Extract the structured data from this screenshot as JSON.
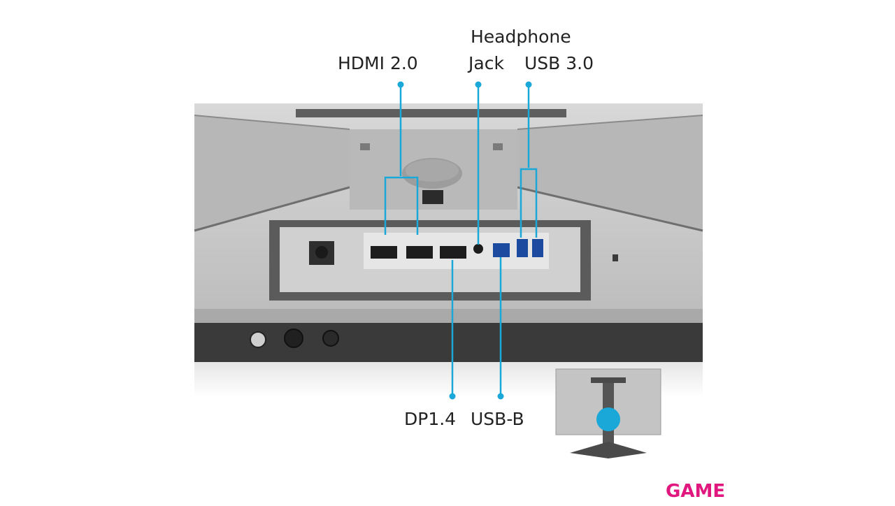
{
  "callouts": {
    "hdmi": "HDMI 2.0",
    "headphone_line1": "Headphone",
    "headphone_line2": "Jack",
    "usb30": "USB 3.0",
    "dp": "DP1.4",
    "usbb": "USB-B"
  },
  "brand": {
    "name": "GAME"
  },
  "colors": {
    "callout": "#1aa8d8",
    "brand": "#e0177e",
    "monitor_body": "#c9c9c9",
    "monitor_dark": "#3a3a3a"
  }
}
